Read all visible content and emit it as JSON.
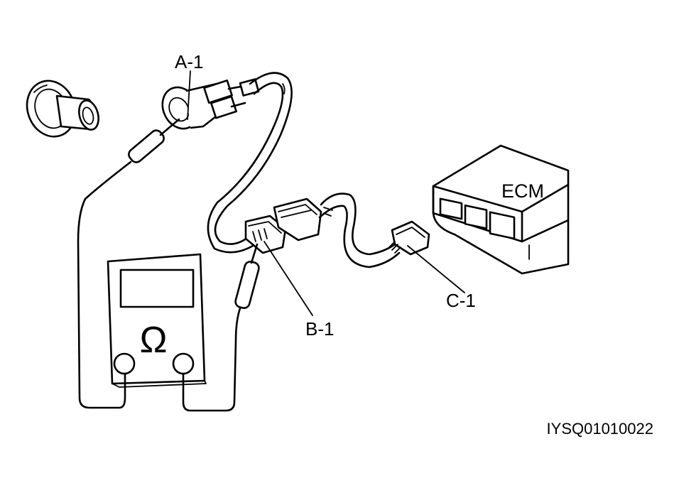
{
  "labels": {
    "a1": "A-1",
    "b1": "B-1",
    "c1": "C-1",
    "ecm": "ECM",
    "figure_code": "IYSQ01010022"
  },
  "meter": {
    "symbol": "Ω"
  },
  "colors": {
    "ink": "#000000",
    "paper": "#ffffff"
  }
}
